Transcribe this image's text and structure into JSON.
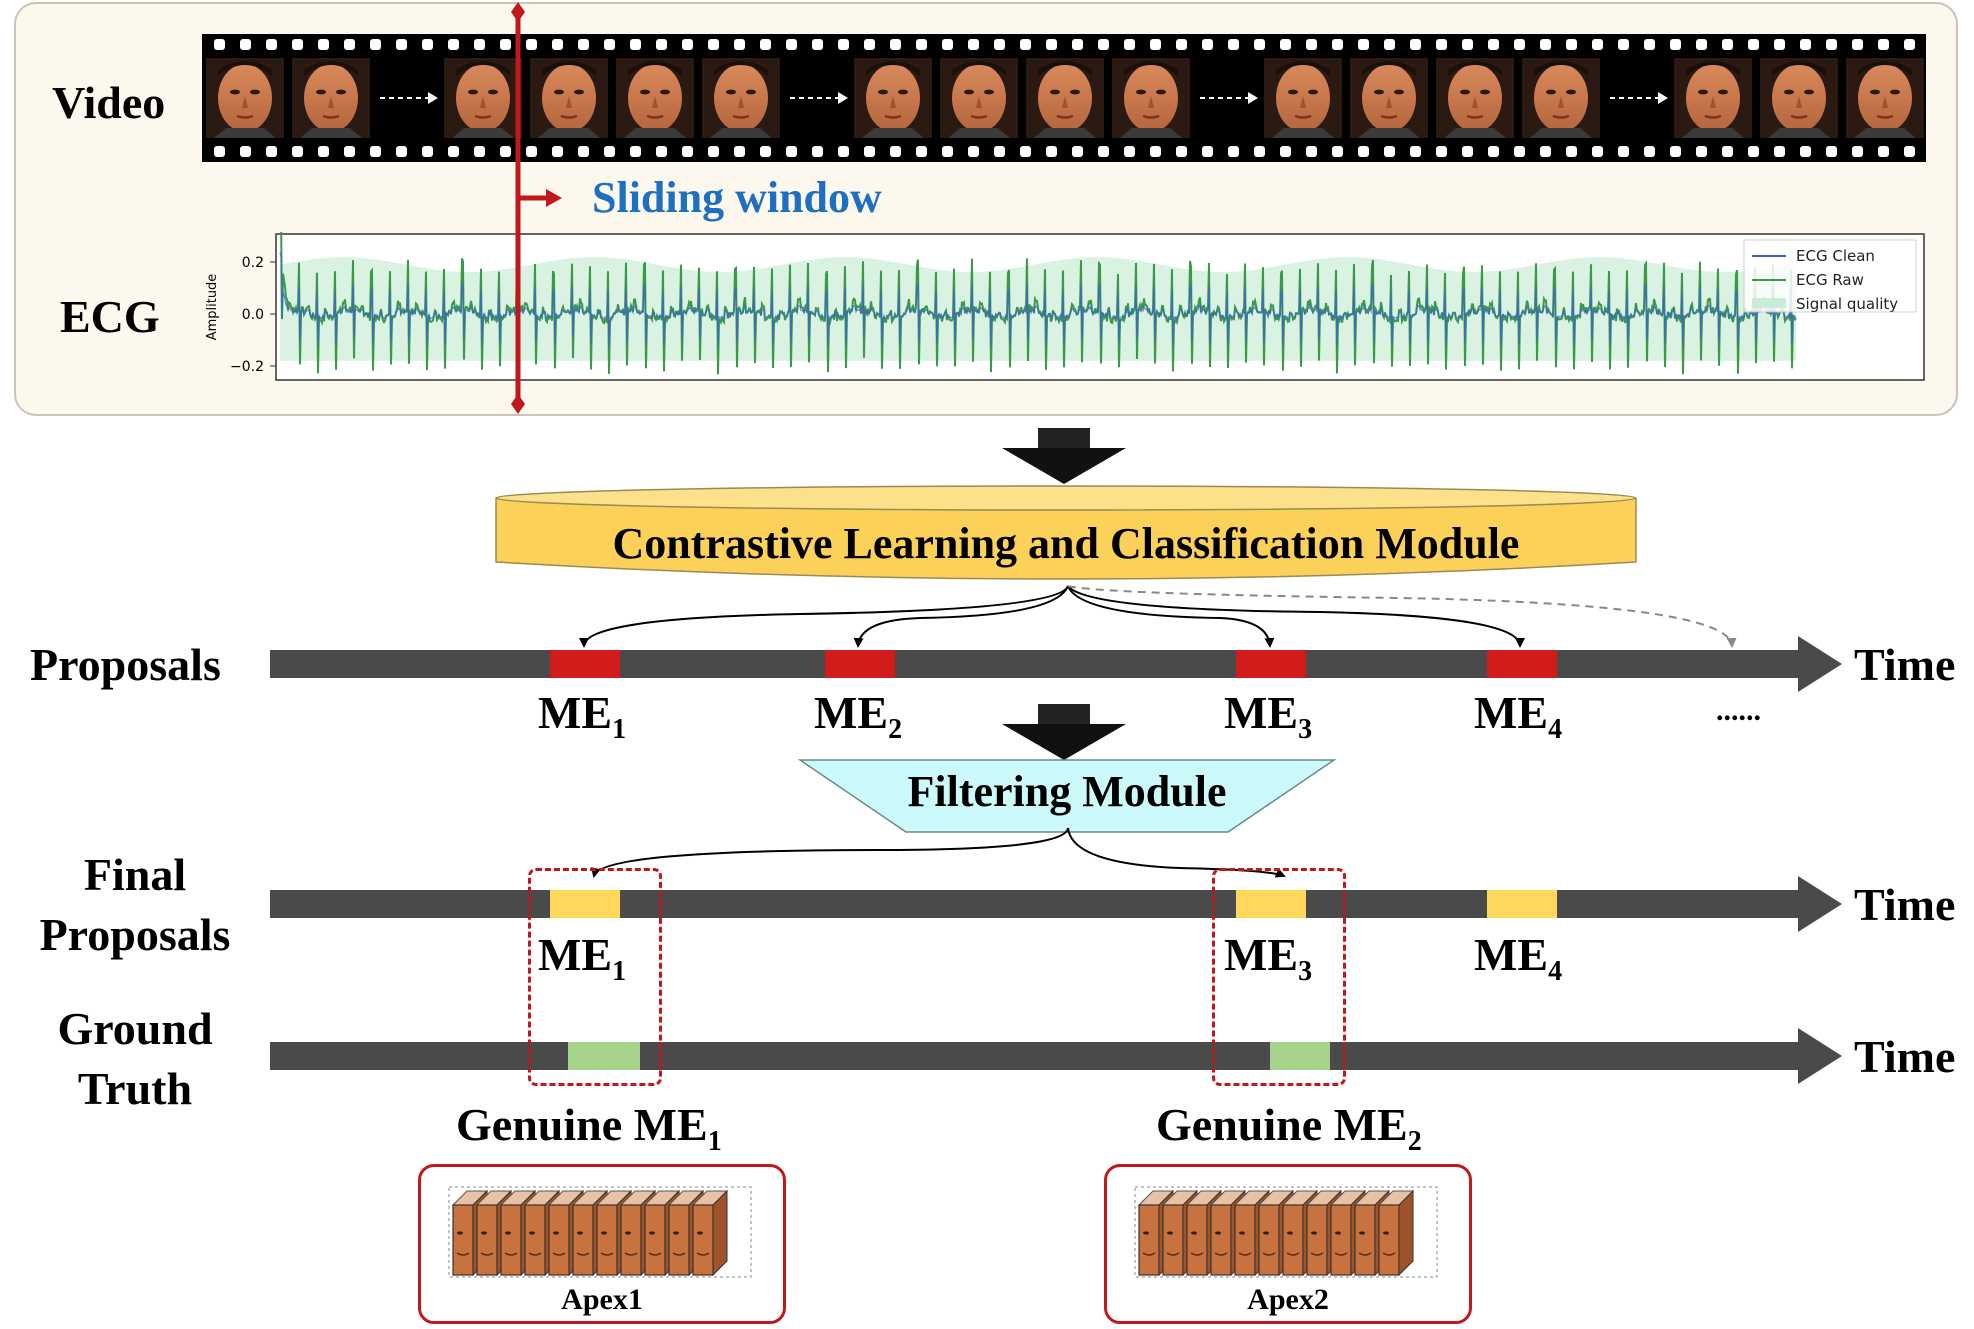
{
  "top_panel": {
    "video_label": "Video",
    "ecg_label": "ECG",
    "sliding_window_label": "Sliding window",
    "ecg_chart": {
      "ylabel": "Amplitude",
      "yticks": [
        "0.2",
        "0.0",
        "−0.2"
      ],
      "legend": [
        "ECG Clean",
        "ECG Raw",
        "Signal quality"
      ]
    }
  },
  "module_cl": {
    "label": "Contrastive Learning and Classification Module"
  },
  "module_filter": {
    "label": "Filtering Module"
  },
  "proposals": {
    "label": "Proposals",
    "time_label": "Time",
    "items": [
      {
        "base": "ME",
        "sub": "1"
      },
      {
        "base": "ME",
        "sub": "2"
      },
      {
        "base": "ME",
        "sub": "3"
      },
      {
        "base": "ME",
        "sub": "4"
      }
    ],
    "ellipsis": "......"
  },
  "final_proposals": {
    "label_line1": "Final",
    "label_line2": "Proposals",
    "time_label": "Time",
    "items": [
      {
        "base": "ME",
        "sub": "1"
      },
      {
        "base": "ME",
        "sub": "3"
      },
      {
        "base": "ME",
        "sub": "4"
      }
    ]
  },
  "ground_truth": {
    "label_line1": "Ground",
    "label_line2": "Truth",
    "time_label": "Time",
    "items": [
      {
        "base": "Genuine ME",
        "sub": "1",
        "apex": "Apex1"
      },
      {
        "base": "Genuine ME",
        "sub": "2",
        "apex": "Apex2"
      }
    ]
  },
  "colors": {
    "timeline": "#4a4a4a",
    "proposal": "#d21b1b",
    "final": "#ffd75a",
    "ground_truth": "#a6d48a",
    "module_cl": "#fcd15a",
    "module_filter": "#ccfafa",
    "sliding_window_text": "#1f6fc0",
    "panel_bg": "#fcf8ee"
  },
  "icons": [
    "down-arrow-icon",
    "face-frame-icon",
    "face-stack-icon",
    "dashed-arrow-icon"
  ]
}
